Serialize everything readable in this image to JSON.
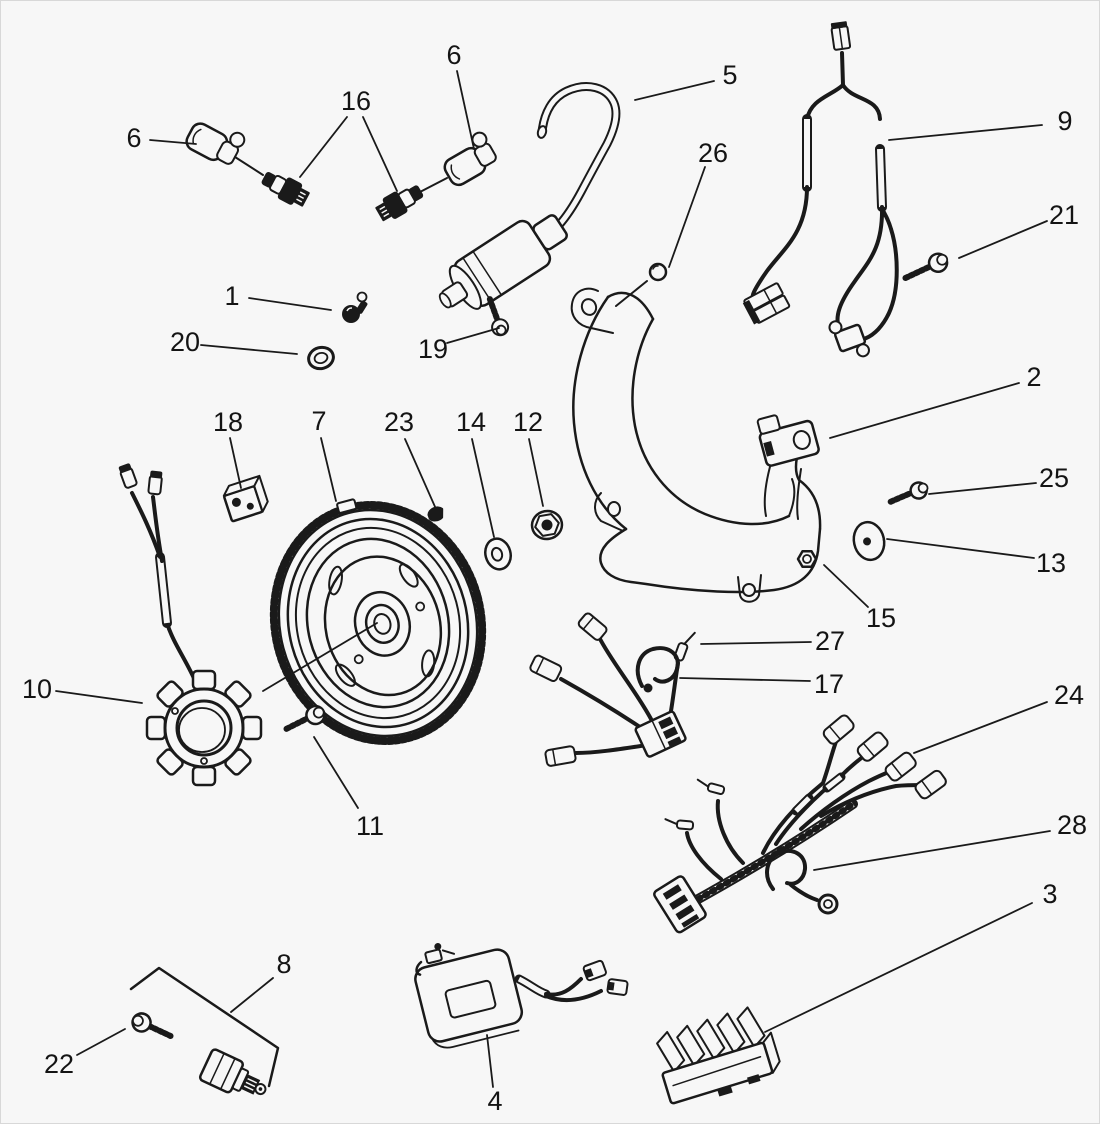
{
  "figure": {
    "kind": "exploded-parts-diagram",
    "background_color": "#f7f7f7",
    "line_color": "#1a1a1a"
  },
  "callouts": [
    {
      "text": "6",
      "part": "spark-plug-cap-left"
    },
    {
      "text": "16",
      "part": "spark-plugs"
    },
    {
      "text": "6",
      "part": "spark-plug-cap-right"
    },
    {
      "text": "5",
      "part": "high-tension-lead"
    },
    {
      "text": "9",
      "part": "lead-wire-harness"
    },
    {
      "text": "26",
      "part": "ball-stud"
    },
    {
      "text": "21",
      "part": "tapping-screw"
    },
    {
      "text": "1",
      "part": "fitting"
    },
    {
      "text": "20",
      "part": "o-ring"
    },
    {
      "text": "19",
      "part": "coil-screw"
    },
    {
      "text": "2",
      "part": "cover-bracket"
    },
    {
      "text": "25",
      "part": "bolt"
    },
    {
      "text": "13",
      "part": "mount-washer"
    },
    {
      "text": "15",
      "part": "nut"
    },
    {
      "text": "18",
      "part": "rubber-mount"
    },
    {
      "text": "7",
      "part": "flywheel"
    },
    {
      "text": "23",
      "part": "woodruff-key"
    },
    {
      "text": "14",
      "part": "washer"
    },
    {
      "text": "12",
      "part": "flywheel-nut"
    },
    {
      "text": "10",
      "part": "stator-assembly"
    },
    {
      "text": "11",
      "part": "stator-screw"
    },
    {
      "text": "27",
      "part": "bullet-terminal"
    },
    {
      "text": "17",
      "part": "wire-clip"
    },
    {
      "text": "24",
      "part": "main-wiring-harness"
    },
    {
      "text": "28",
      "part": "harness-loop-clamp"
    },
    {
      "text": "3",
      "part": "rectifier"
    },
    {
      "text": "8",
      "part": "oil-pressure-switch-assembly"
    },
    {
      "text": "22",
      "part": "switch-screw"
    },
    {
      "text": "4",
      "part": "cdi-unit"
    }
  ]
}
